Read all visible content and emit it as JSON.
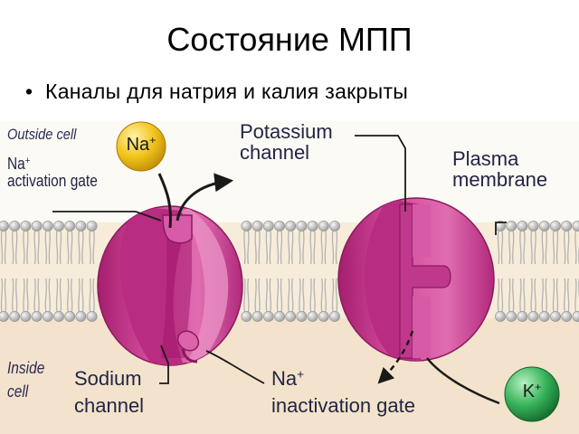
{
  "slide": {
    "title": "Состояние МПП",
    "bullet": "Каналы для натрия и калия закрыты"
  },
  "diagram": {
    "labels": {
      "outside_cell": "Outside cell",
      "na_activation_1": "Na",
      "na_activation_sup": "+",
      "na_activation_2": "activation gate",
      "potassium_1": "Potassium",
      "potassium_2": "channel",
      "plasma_1": "Plasma",
      "plasma_2": "membrane",
      "inside_1": "Inside",
      "inside_2": "cell",
      "sodium_1": "Sodium",
      "sodium_2": "channel",
      "na_inact_1": "Na",
      "na_inact_sup": "+",
      "na_inact_2": "inactivation gate"
    },
    "ions": {
      "sodium": {
        "symbol": "Na",
        "charge": "+"
      },
      "potassium": {
        "symbol": "K",
        "charge": "+"
      }
    },
    "colors": {
      "extracellular": "#fbfaf4",
      "intracellular": "#f3e3cc",
      "channel_protein": "#cc3c92",
      "channel_light": "#e27ab8",
      "sodium_ion": "#f2c51c",
      "potassium_ion": "#37b35a",
      "lipid_head": "#c9c9c9",
      "label_text": "#232446"
    }
  }
}
